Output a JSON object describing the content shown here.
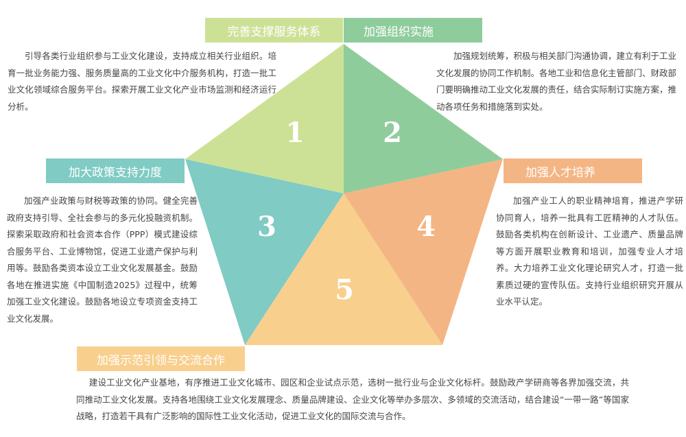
{
  "colors": {
    "seg1": "#cde196",
    "seg2": "#8fcc9c",
    "seg3": "#80cbc4",
    "seg4": "#f4b584",
    "seg5": "#f8cf8d",
    "label1": "#cde196",
    "label2": "#8fcc9c",
    "label3": "#80cbc4",
    "label4": "#f4b584",
    "label5": "#f8cf8d"
  },
  "segments": [
    {
      "number": "1",
      "title": "完善支撑服务体系",
      "text": "引导各类行业组织参与工业文化建设，支持成立相关行业组织。培育一批业务能力强、服务质量高的工业文化中介服务机构，打造一批工业文化领域综合服务平台。探索开展工业文化产业市场监测和经济运行分析。"
    },
    {
      "number": "2",
      "title": "加强组织实施",
      "text": "加强规划统筹，积极与相关部门沟通协调，建立有利于工业文化发展的协同工作机制。各地工业和信息化主管部门、财政部门要明确推动工业文化发展的责任，结合实际制订实施方案，推动各项任务和措施落到实处。"
    },
    {
      "number": "3",
      "title": "加大政策支持力度",
      "text": "加强产业政策与财税等政策的协同。健全完善政府支持引导、全社会参与的多元化投融资机制。探索采取政府和社会资本合作（PPP）模式建设综合服务平台、工业博物馆，促进工业遗产保护与利用等。鼓励各类资本设立工业文化发展基金。鼓励各地在推进实施《中国制造2025》过程中，统筹加强工业文化建设。鼓励各地设立专项资金支持工业文化发展。"
    },
    {
      "number": "4",
      "title": "加强人才培养",
      "text": "加强产业工人的职业精神培育，推进产学研协同育人，培养一批具有工匠精神的人才队伍。鼓励各类机构在创新设计、工业遗产、质量品牌等方面开展职业教育和培训，加强专业人才培养。大力培养工业文化理论研究人才，打造一批素质过硬的宣传队伍。支持行业组织研究开展从业水平认定。"
    },
    {
      "number": "5",
      "title": "加强示范引领与交流合作",
      "text": "建设工业文化产业基地，有序推进工业文化城市、园区和企业试点示范，选树一批行业与企业文化标杆。鼓励政产学研商等各界加强交流，共同推动工业文化发展。支持各地围绕工业文化发展理念、质量品牌建设、企业文化等举办多层次、多领域的交流活动，结合建设“一带一路”等国家战略，打造若干具有广泛影响的国际性工业文化活动，促进工业文化的国际交流与合作。"
    }
  ]
}
